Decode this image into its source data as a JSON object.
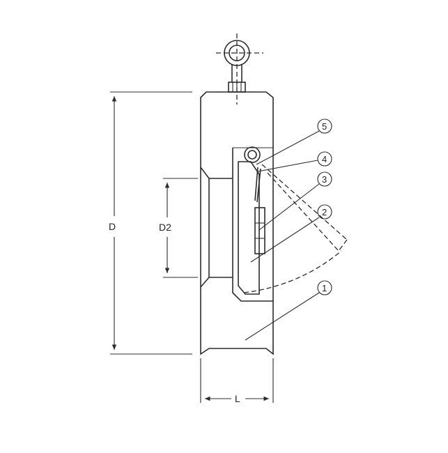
{
  "dimensions": {
    "overall_diameter_label": "D",
    "bore_diameter_label": "D2",
    "length_label": "L"
  },
  "callouts": [
    {
      "number": "1"
    },
    {
      "number": "2"
    },
    {
      "number": "3"
    },
    {
      "number": "4"
    },
    {
      "number": "5"
    }
  ]
}
